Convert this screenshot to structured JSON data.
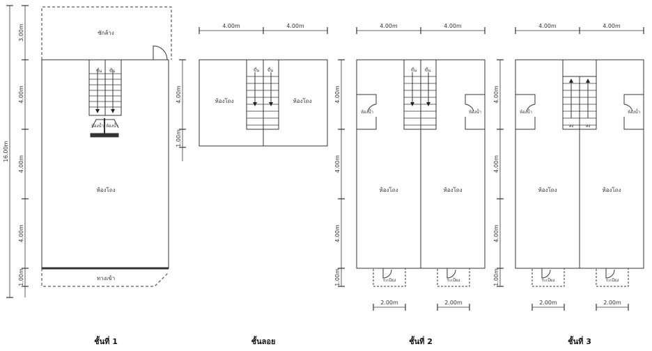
{
  "floor1": {
    "caption": "ชั้นที่ 1",
    "dims": [
      "3.00m",
      "4.00m",
      "4.00m",
      "4.00m",
      "1.00m"
    ],
    "overall": "16.00m",
    "rooms": {
      "top": "ซักล้าง",
      "main": "ห้องโถง",
      "bottom": "ทางเข้า"
    },
    "stair_labels": [
      "ขึ้น",
      "ขึ้น",
      "ห้องน้ำ",
      "ห้องน้ำ"
    ]
  },
  "mezz": {
    "caption": "ชั้นลอย",
    "dims_top": [
      "4.00m",
      "4.00m"
    ],
    "dims_left": [
      "4.00m",
      "1.00m"
    ],
    "rooms": {
      "left": "ห้องโถง",
      "right": "ห้องโถง"
    },
    "stair_labels": [
      "ขึ้น",
      "ขึ้น"
    ]
  },
  "floor2": {
    "caption": "ชั้นที่ 2",
    "dims_top": [
      "4.00m",
      "4.00m"
    ],
    "dims_left": [
      "4.00m",
      "4.00m",
      "4.00m",
      "1.00m"
    ],
    "dims_bottom": [
      "2.00m",
      "2.00m"
    ],
    "rooms": {
      "left": "ห้องโถง",
      "right": "ห้องโถง",
      "bath_left": "ห้องน้ำ",
      "bath_right": "ห้องน้ำ",
      "bal_left": "ระเบียง",
      "bal_right": "ระเบียง"
    },
    "stair_labels": [
      "ขึ้น",
      "ขึ้น"
    ]
  },
  "floor3": {
    "caption": "ชั้นที่ 3",
    "dims_top": [
      "4.00m",
      "4.00m"
    ],
    "dims_left": [
      "4.00m",
      "4.00m",
      "4.00m",
      "1.00m"
    ],
    "dims_bottom": [
      "2.00m",
      "2.00m"
    ],
    "rooms": {
      "left": "ห้องโถง",
      "right": "ห้องโถง",
      "bath_left": "ห้องน้ำ",
      "bath_right": "ห้องน้ำ",
      "bal_left": "ระเบียง",
      "bal_right": "ระเบียง"
    },
    "stair_labels": [
      "ลง",
      "ลง"
    ]
  }
}
